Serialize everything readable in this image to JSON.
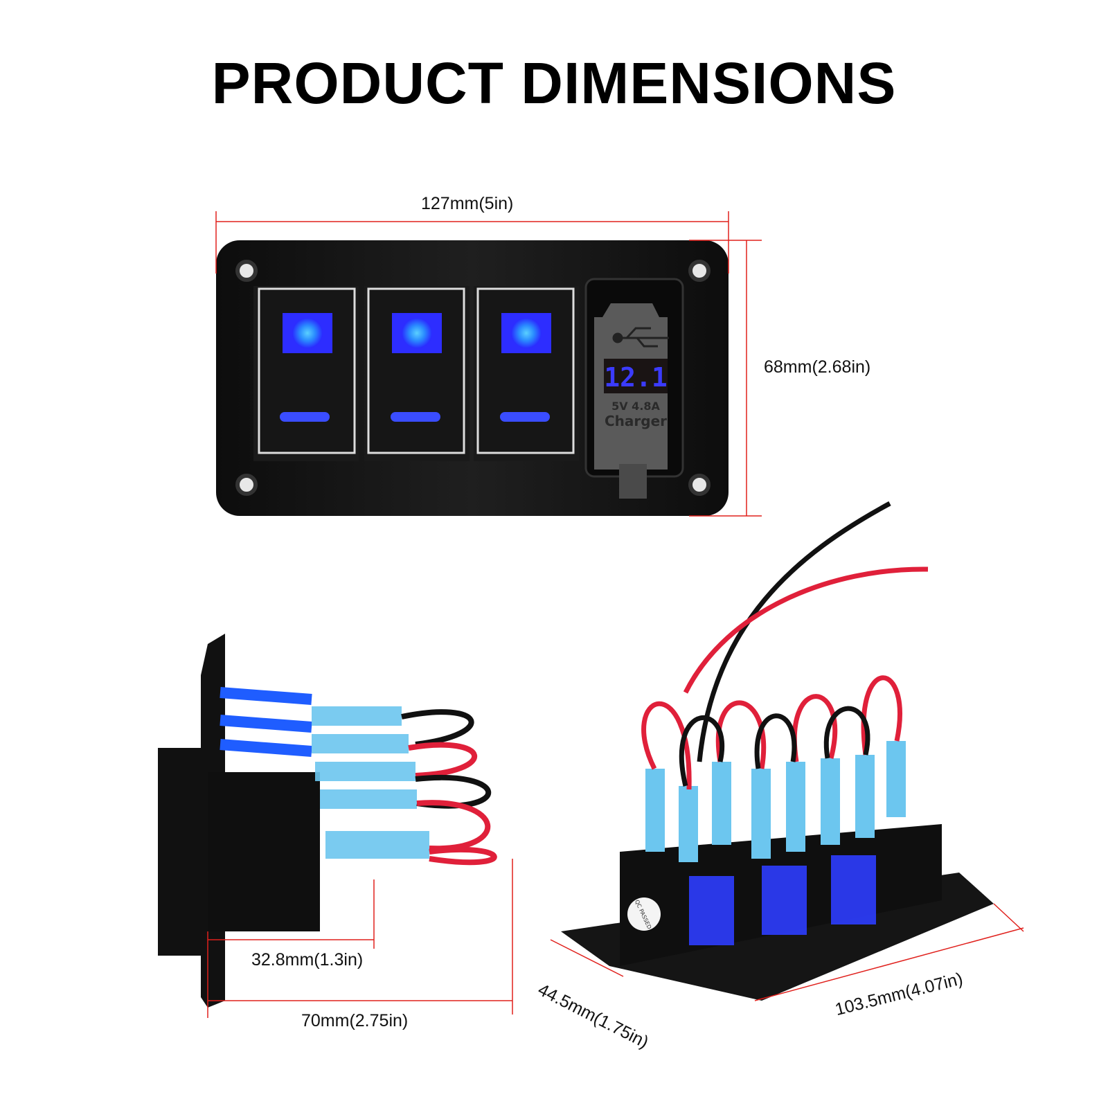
{
  "title": "PRODUCT DIMENSIONS",
  "dimensions": {
    "width": "127mm(5in)",
    "height": "68mm(2.68in)",
    "side_depth_switch": "32.8mm(1.3in)",
    "side_depth_total": "70mm(2.75in)",
    "back_depth": "44.5mm(1.75in)",
    "back_width": "103.5mm(4.07in)"
  },
  "charger": {
    "voltage_display": "12.1",
    "rating": "5V 4.8A",
    "label": "Charger",
    "usb_icon": "usb-icon"
  },
  "label_sticker": "QC PASSED",
  "colors": {
    "dimension_line": "#e0201c",
    "switch_led": "#3a4dff",
    "panel": "#141414"
  }
}
